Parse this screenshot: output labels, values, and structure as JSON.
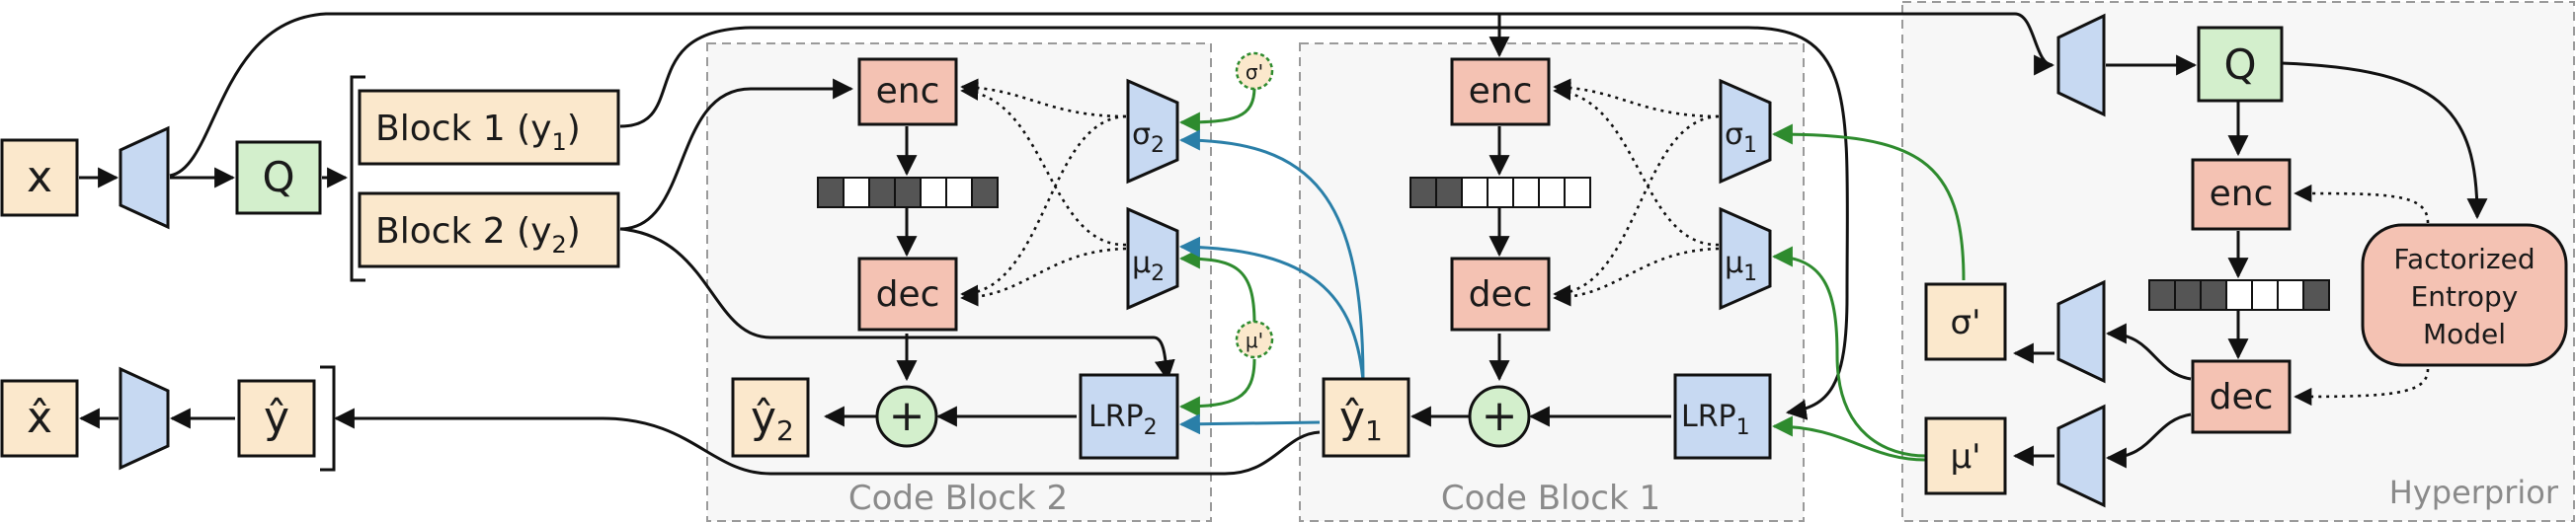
{
  "labels": {
    "x": "x",
    "x_hat": "x̂",
    "y_hat": "ŷ",
    "q": "Q",
    "block1": "Block 1 (y",
    "block1_sub": "1",
    "block1_close": ")",
    "block2": "Block 2 (y",
    "block2_sub": "2",
    "block2_close": ")",
    "enc": "enc",
    "dec": "dec",
    "sigma": "σ",
    "mu": "μ",
    "sub1": "1",
    "sub2": "2",
    "lrp": "LRP",
    "y_hat_letter": "ŷ",
    "plus": "+",
    "sigma_prime": "σ'",
    "mu_prime": "μ'",
    "factorized_1": "Factorized",
    "factorized_2": "Entropy",
    "factorized_3": "Model"
  },
  "regions": {
    "code_block_2": "Code Block 2",
    "code_block_1": "Code Block 1",
    "hyperprior": "Hyperprior"
  },
  "colors": {
    "tan": "#fbe8cc",
    "salmon": "#f4c2b3",
    "blue": "#c7d9f2",
    "green": "#d3efcc",
    "green_arrow": "#2e8b2e",
    "blue_arrow": "#2a7fa8",
    "dashed_border": "#9a9a9a",
    "region_fill": "#f7f7f7",
    "dark_cell": "#555555"
  },
  "bitstreams": {
    "code_block_2": [
      1,
      0,
      1,
      1,
      0,
      0,
      1
    ],
    "code_block_1": [
      1,
      1,
      0,
      0,
      0,
      0,
      0
    ],
    "hyperprior": [
      1,
      1,
      1,
      0,
      0,
      0,
      1
    ]
  }
}
